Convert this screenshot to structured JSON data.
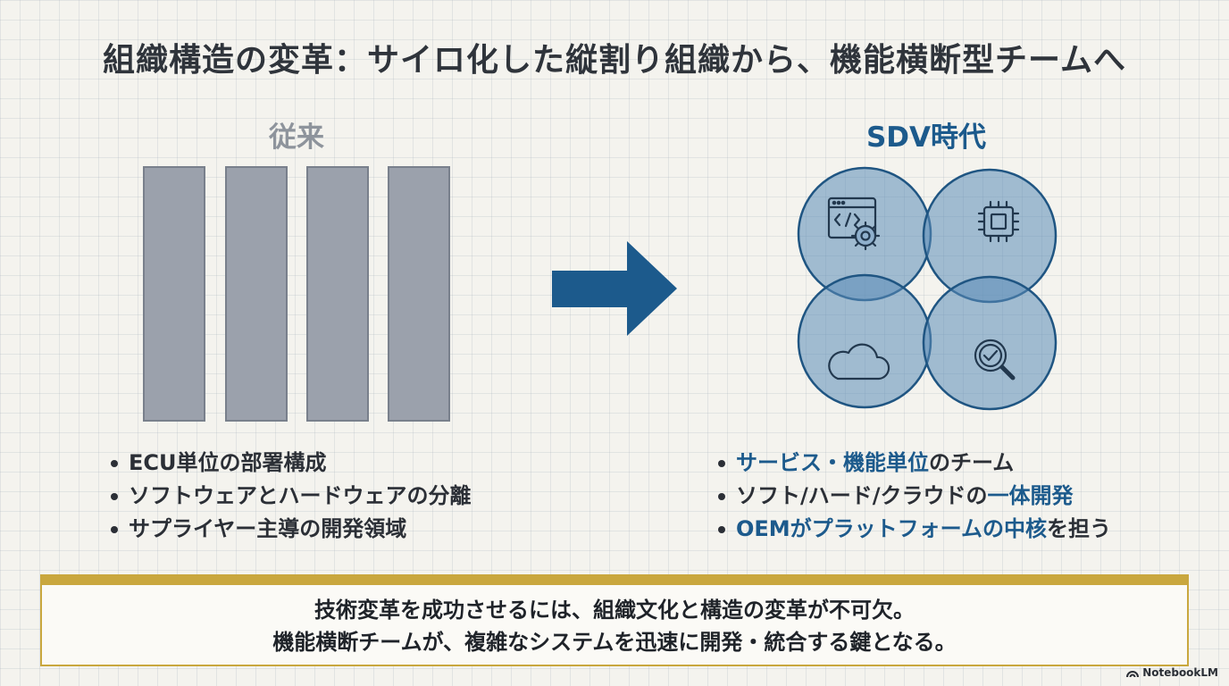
{
  "title": "組織構造の変革：サイロ化した縦割り組織から、機能横断型チームへ",
  "left": {
    "heading": "従来",
    "bullets": [
      "ECU単位の部署構成",
      "ソフトウェアとハードウェアの分離",
      "サプライヤー主導の開発領域"
    ]
  },
  "right": {
    "heading": "SDV時代",
    "bullets": [
      {
        "hl": "サービス・機能単位",
        "rest": "のチーム"
      },
      {
        "pre": "ソフト/ハード/クラウドの",
        "hl": "一体開発"
      },
      {
        "hl": "OEMがプラットフォームの中核",
        "rest": "を担う"
      }
    ],
    "icons": [
      "software-window-gear-icon",
      "chip-icon",
      "cloud-icon",
      "magnifier-check-icon"
    ]
  },
  "summary": {
    "line1": "技術変革を成功させるには、組織文化と構造の変革が不可欠。",
    "line2": "機能横断チームが、複雑なシステムを迅速に開発・統合する鍵となる。"
  },
  "brand": "NotebookLM",
  "colors": {
    "accent": "#1c5a8c",
    "silo": "#9ba1ac",
    "summary_border": "#c9a73e",
    "venn_fill": "#5b8db8"
  }
}
